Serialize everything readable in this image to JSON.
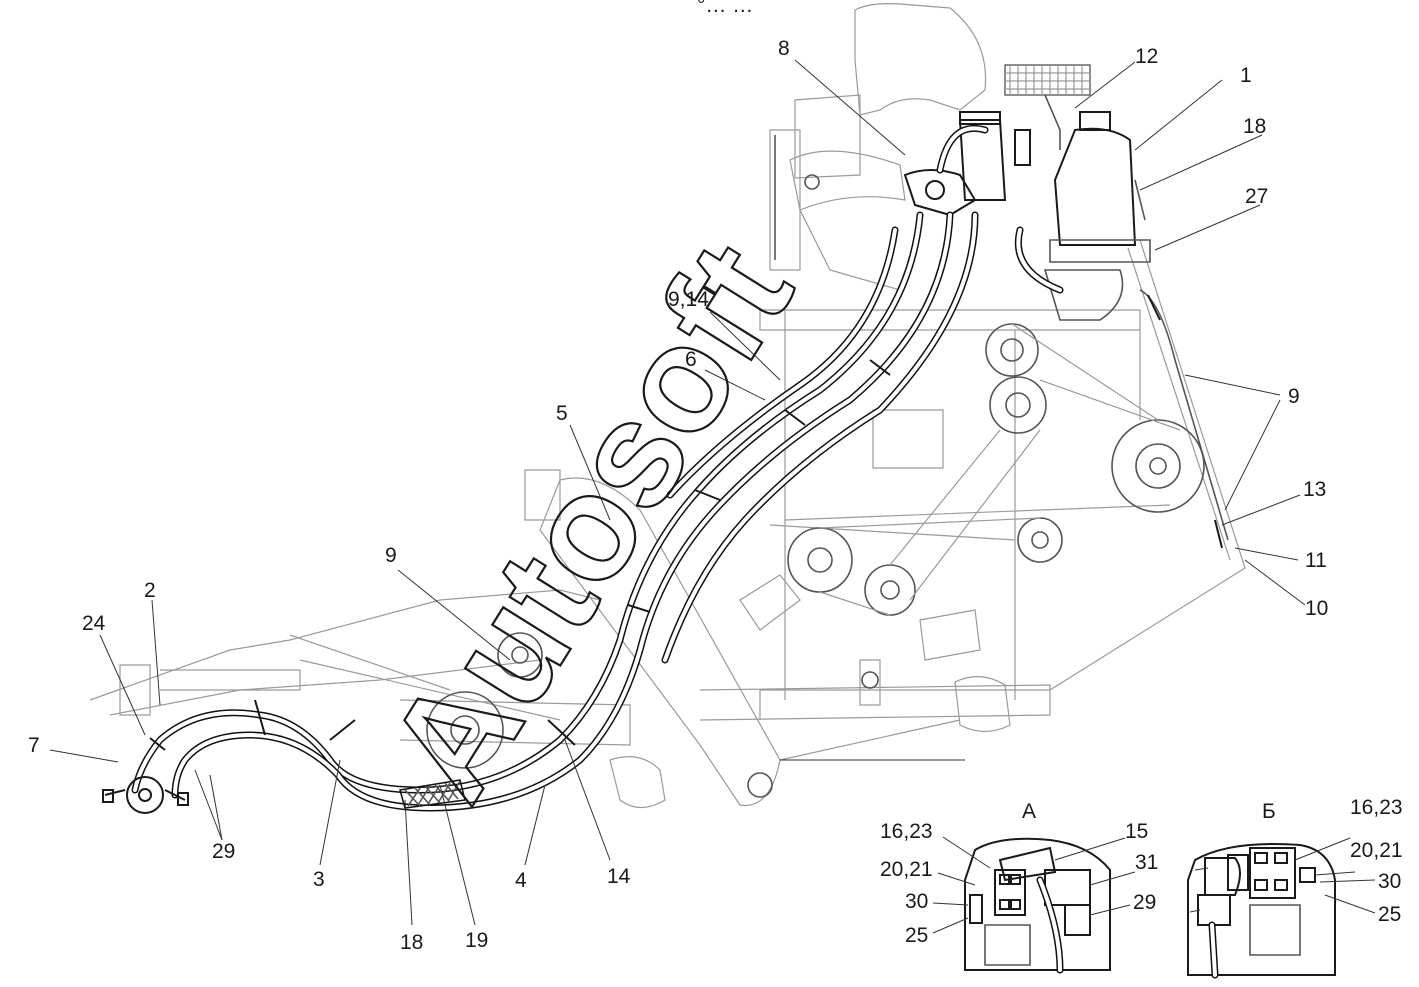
{
  "header_text": "°… …",
  "watermark": "Autosoft",
  "callouts": {
    "c1": "1",
    "c2": "2",
    "c3": "3",
    "c4": "4",
    "c5": "5",
    "c6": "6",
    "c7": "7",
    "c8": "8",
    "c9_right": "9",
    "c9_left": "9",
    "c9_14": "9,14",
    "c10": "10",
    "c11": "11",
    "c12": "12",
    "c13": "13",
    "c14": "14",
    "c18_top": "18",
    "c18_bottom": "18",
    "c19": "19",
    "c24": "24",
    "c27": "27",
    "c29": "29"
  },
  "view_a": {
    "title": "А",
    "labels": [
      "16,23",
      "20,21",
      "30",
      "25",
      "15",
      "31",
      "29"
    ]
  },
  "view_b": {
    "title": "Б",
    "labels": [
      "16,23",
      "20,21",
      "30",
      "25"
    ]
  }
}
